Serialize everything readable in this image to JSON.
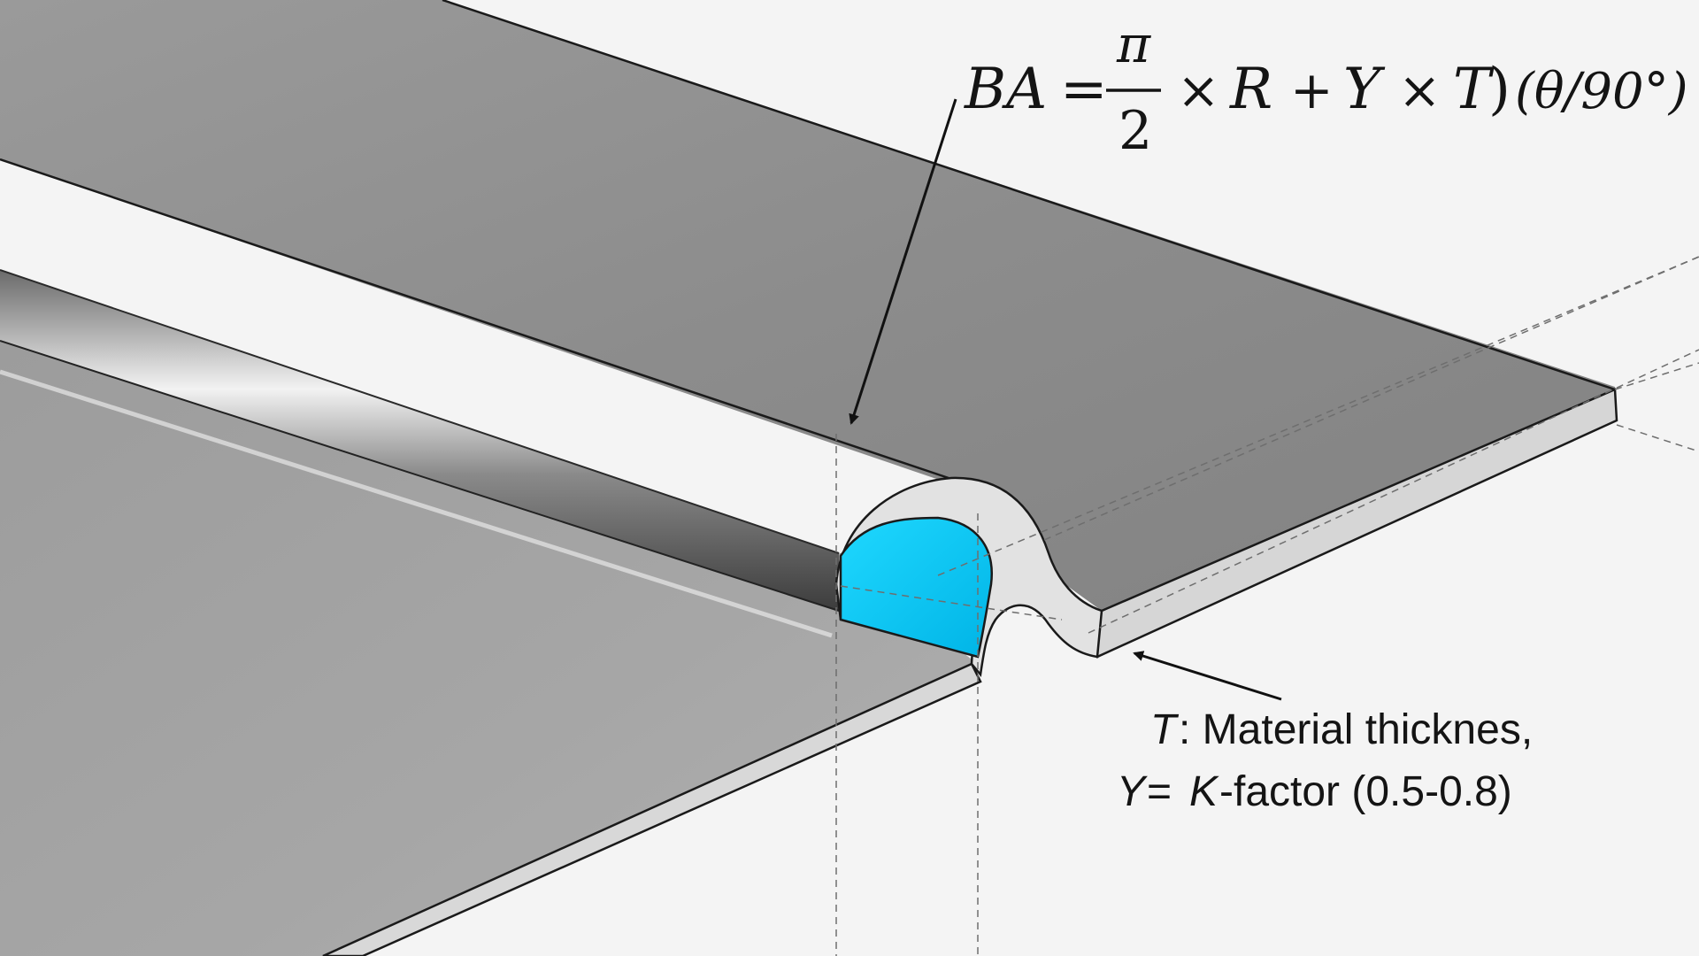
{
  "formula": {
    "lhs": "BA",
    "equals": "=",
    "frac_numerator": "π",
    "frac_denominator": "2",
    "times1": "×",
    "r_var": "R",
    "plus": "+",
    "y_var": "Y",
    "times2": "×",
    "t_var": "T",
    "close_paren": ")",
    "angle_term": "(θ/90°)"
  },
  "annotation": {
    "line1_var": "T",
    "line1_text": ": Material thicknes,",
    "line2_var1": "Y",
    "line2_eq": "=",
    "line2_var2": "K",
    "line2_text": "-factor (0.5-0.8)"
  },
  "colors": {
    "background": "#f4f4f4",
    "sheet_top": "#8e8e8e",
    "sheet_edge": "#d9d9d9",
    "bend_inner": "#00c8f0",
    "outline": "#1a1a1a",
    "dashed": "#6e6e6e"
  }
}
